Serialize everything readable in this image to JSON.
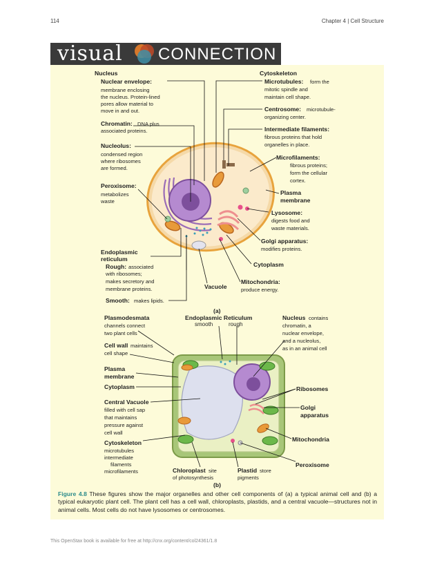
{
  "header": {
    "page_number": "114",
    "chapter": "Chapter 4 | Cell Structure"
  },
  "banner": {
    "visual": "visual",
    "connection": "CONNECTION"
  },
  "animal": {
    "left": {
      "nucleus_title": "Nucleus",
      "nuclear_envelope": {
        "term": "Nuclear envelope:",
        "desc": [
          "membrane enclosing",
          "the nucleus. Protein-lined",
          "pores allow material to",
          "move in and out."
        ]
      },
      "chromatin": {
        "term": "Chromatin:",
        "desc": [
          "DNA plus",
          "associated proteins."
        ]
      },
      "nucleolus": {
        "term": "Nucleolus:",
        "desc": [
          "condensed region",
          "where ribosomes",
          "are formed."
        ]
      },
      "peroxisome": {
        "term": "Peroxisome:",
        "desc": [
          "metabolizes",
          "waste"
        ]
      },
      "er_title": [
        "Endoplasmic",
        "reticulum"
      ],
      "rough": {
        "term": "Rough:",
        "desc": [
          "associated",
          "with ribosomes;",
          "makes secretory and",
          "membrane proteins."
        ]
      },
      "smooth": {
        "term": "Smooth:",
        "desc": [
          "makes lipids."
        ]
      }
    },
    "right": {
      "cytoskeleton_title": "Cytoskeleton",
      "microtubules": {
        "term": "Microtubules:",
        "desc": [
          "form the",
          "mitotic spindle and",
          "maintain cell shape."
        ]
      },
      "centrosome": {
        "term": "Centrosome:",
        "desc": [
          "microtubule-",
          "organizing center."
        ]
      },
      "intermediate": {
        "term": "Intermediate filaments:",
        "desc": [
          "fibrous proteins that hold",
          "organelles in place."
        ]
      },
      "microfilaments": {
        "term": "Microfilaments:",
        "desc": [
          "fibrous proteins;",
          "form the cellular",
          "cortex."
        ]
      },
      "plasma_membrane": [
        "Plasma",
        "membrane"
      ],
      "lysosome": {
        "term": "Lysosome:",
        "desc": [
          "digests food and",
          "waste materials."
        ]
      },
      "golgi": {
        "term": "Golgi apparatus:",
        "desc": [
          "modifies proteins."
        ]
      },
      "cytoplasm": "Cytoplasm",
      "mitochondria": {
        "term": "Mitochondria:",
        "desc": [
          "produce energy."
        ]
      },
      "vacuole": "Vacuole"
    },
    "panel_label": "(a)"
  },
  "plant": {
    "plasmodesmata": {
      "term": "Plasmodesmata",
      "desc": [
        "channels connect",
        "two plant cells"
      ]
    },
    "er": {
      "term": "Endoplasmic Reticulum",
      "smooth": "smooth",
      "rough": "rough"
    },
    "nucleus": {
      "term": "Nucleus",
      "desc": [
        "contains",
        "chromatin, a",
        "nuclear envelope,",
        "and a nucleolus,",
        "as in an animal cell"
      ]
    },
    "cell_wall": {
      "term": "Cell wall",
      "desc": [
        "maintains",
        "cell shape"
      ]
    },
    "plasma_membrane": [
      "Plasma",
      "membrane"
    ],
    "cytoplasm": "Cytoplasm",
    "central_vacuole": {
      "term": "Central Vacuole",
      "desc": [
        "filled with cell sap",
        "that maintains",
        "pressure against",
        "cell wall"
      ]
    },
    "cytoskeleton": {
      "term": "Cytoskeleton",
      "desc": [
        "microtubules",
        "intermediate",
        "filaments",
        "microfilaments"
      ]
    },
    "chloroplast": {
      "term": "Chloroplast",
      "desc": [
        "site",
        "of photosynthesis"
      ]
    },
    "plastid": {
      "term": "Plastid",
      "desc": [
        "store",
        "pigments"
      ]
    },
    "ribosomes": "Ribosomes",
    "golgi": [
      "Golgi",
      "apparatus"
    ],
    "mitochondria": "Mitochondria",
    "peroxisome": "Peroxisome",
    "panel_label": "(b)"
  },
  "caption": {
    "label": "Figure 4.8",
    "text": "These figures show the major organelles and other cell components of (a) a typical animal cell and (b) a typical eukaryotic plant cell. The plant cell has a cell wall, chloroplasts, plastids, and a central vacuole—structures not in animal cells. Most cells do not have lysosomes or centrosomes."
  },
  "footer": "This OpenStax book is available for free at http://cnx.org/content/col24361/1.8",
  "colors": {
    "panel": "#fdfbd9",
    "banner": "#3a3a3a",
    "caption_label": "#2a8a8a",
    "nucleus": "#8a5ca8",
    "cell_wall": "#8fb05a"
  }
}
